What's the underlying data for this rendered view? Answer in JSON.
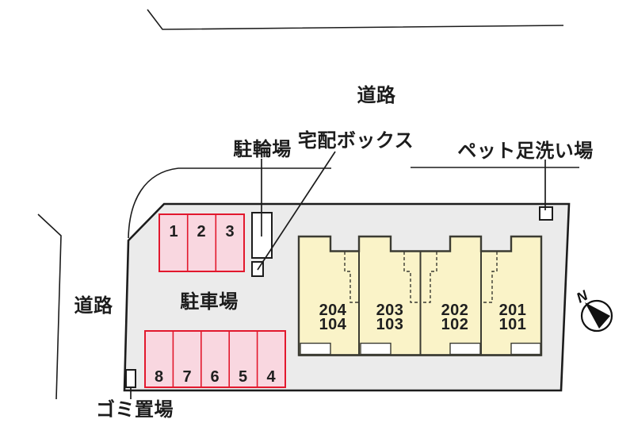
{
  "diagram": {
    "type": "property-site-plan",
    "labels": {
      "road_top": "道路",
      "road_left": "道路",
      "bicycle_parking": "駐輪場",
      "delivery_box": "宅配ボックス",
      "pet_foot_wash": "ペット足洗い場",
      "car_parking": "駐車場",
      "garbage_area": "ゴミ置場",
      "compass_north": "N"
    },
    "parking_upper": {
      "stalls": [
        "1",
        "2",
        "3"
      ]
    },
    "parking_lower": {
      "stalls": [
        "8",
        "7",
        "6",
        "5",
        "4"
      ]
    },
    "building_units": [
      {
        "upper": "204",
        "lower": "104"
      },
      {
        "upper": "203",
        "lower": "103"
      },
      {
        "upper": "202",
        "lower": "102"
      },
      {
        "upper": "201",
        "lower": "101"
      }
    ],
    "colors": {
      "site_fill": "#ebebeb",
      "building_fill": "#faf3c8",
      "building_stroke": "#3b3b32",
      "stall_fill": "#f9d7e0",
      "stall_stroke": "#e2182d",
      "line": "#1c1c1c"
    }
  }
}
